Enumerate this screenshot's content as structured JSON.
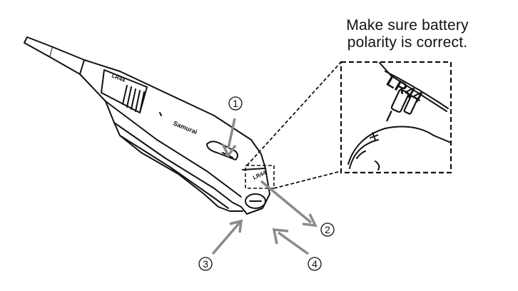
{
  "caption": {
    "line1": "Make sure battery",
    "line2": "polarity is correct."
  },
  "battery_label": "LR44",
  "brand_text": "Samurai",
  "polarity_symbol": "+",
  "callouts": [
    {
      "id": "1",
      "label": "1"
    },
    {
      "id": "2",
      "label": "2"
    },
    {
      "id": "3",
      "label": "3"
    },
    {
      "id": "4",
      "label": "4"
    }
  ],
  "colors": {
    "line": "#111111",
    "arrow": "#8a8a8a",
    "background": "#ffffff"
  }
}
